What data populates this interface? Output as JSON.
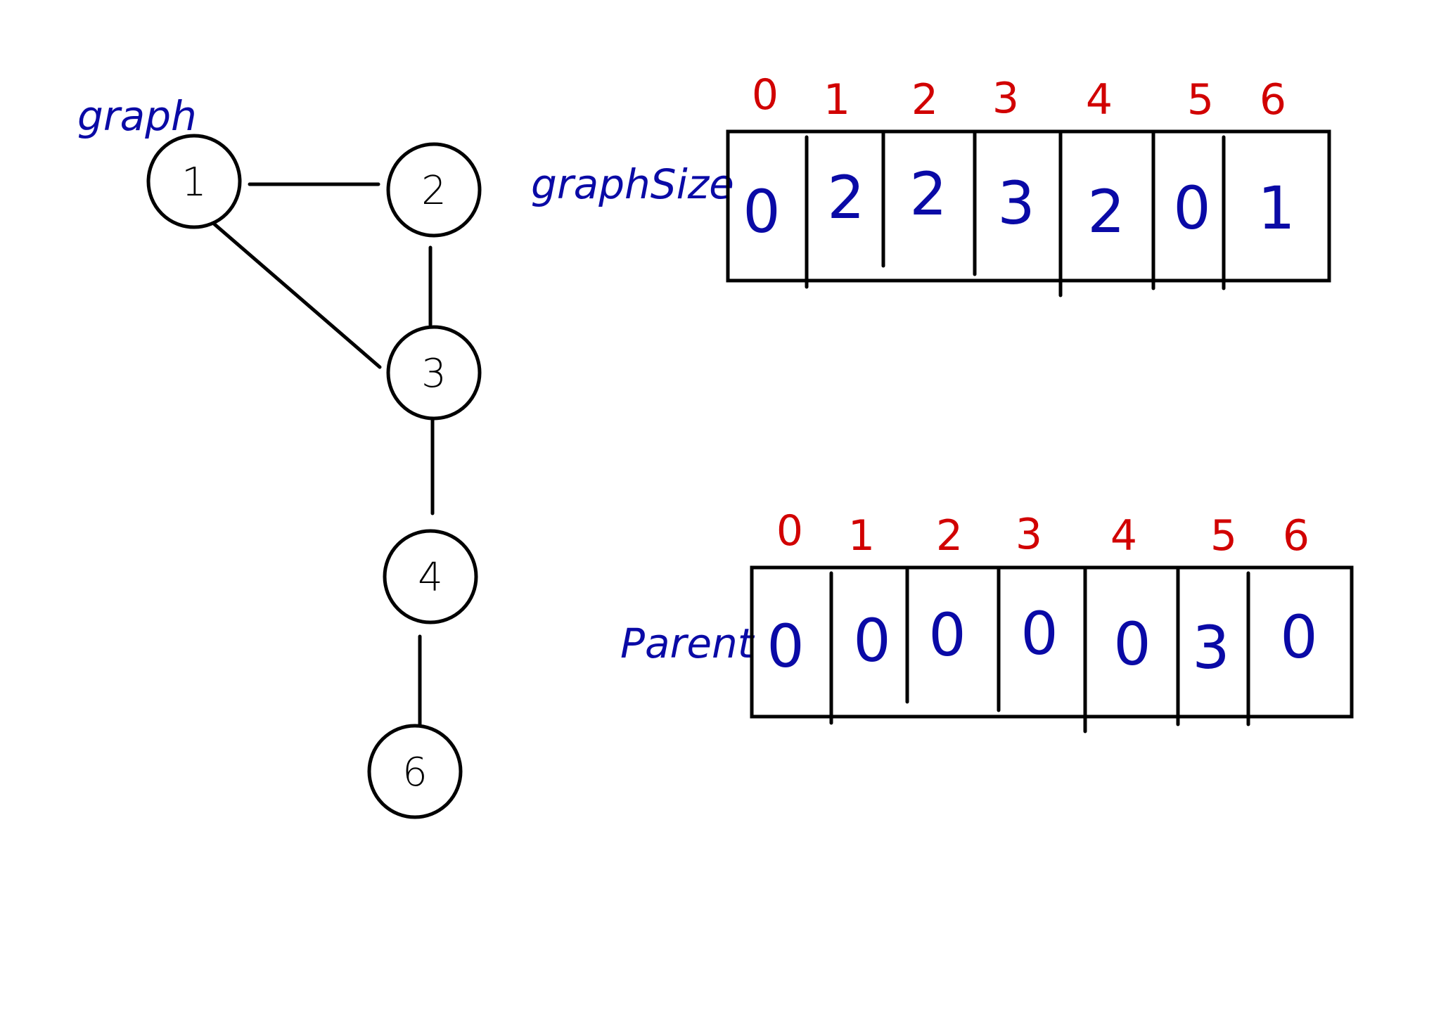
{
  "graph": {
    "title": "graph",
    "nodes": [
      "1",
      "2",
      "3",
      "4",
      "6"
    ]
  },
  "graphSize": {
    "label": "graphSize",
    "indices": [
      "0",
      "1",
      "2",
      "3",
      "4",
      "5",
      "6"
    ],
    "values": [
      "0",
      "2",
      "2",
      "3",
      "2",
      "0",
      "1"
    ]
  },
  "parent": {
    "label": "Parent",
    "indices": [
      "0",
      "1",
      "2",
      "3",
      "4",
      "5",
      "6"
    ],
    "values": [
      "0",
      "0",
      "0",
      "0",
      "0",
      "3",
      "0"
    ]
  },
  "colors": {
    "index": "#d10000",
    "value": "#0a0aa6",
    "line": "#000000"
  }
}
